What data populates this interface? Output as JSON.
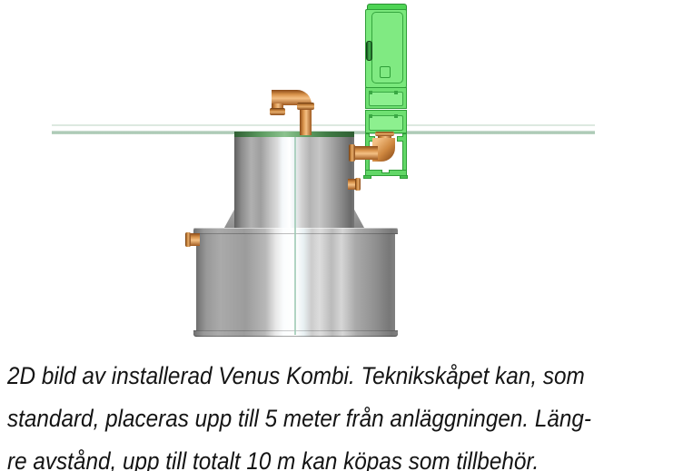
{
  "figure": {
    "colors": {
      "cabinet_green": "#7ae87c",
      "cabinet_outline_green": "#2f9e38",
      "copper_pipe": "#d8924a",
      "tank_metal_gray": "#a6a6a6",
      "tank_rim_green": "#3f7a44",
      "ground_line_green": "#a3c4ae"
    }
  },
  "caption": {
    "lines": [
      "2D bild av installerad Venus Kombi. Teknikskåpet kan, som",
      "standard, placeras upp till 5 meter från anläggningen. Läng-",
      "re avstånd, upp till totalt 10 m kan köpas som tillbehör."
    ]
  }
}
